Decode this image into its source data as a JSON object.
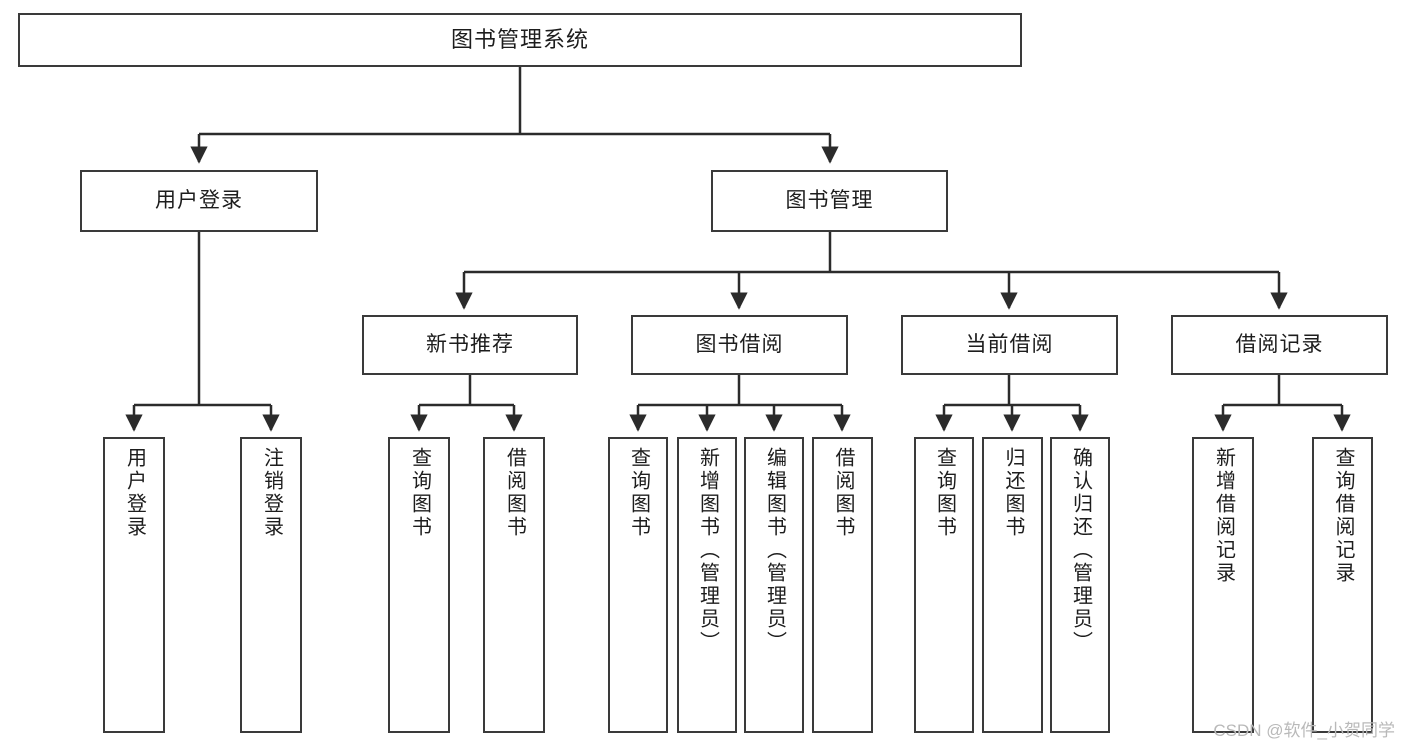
{
  "diagram": {
    "title": "图书管理系统",
    "type": "hierarchy-tree",
    "theme": {
      "background": "#ffffff",
      "box_border": "#3a3a3a",
      "box_fill": "#ffffff",
      "text": "#1d1d1d",
      "connector": "#2b2b2b",
      "watermark": "#b9b9b9"
    },
    "levels": {
      "root": {
        "label": "图书管理系统"
      },
      "level2": [
        {
          "label": "用户登录"
        },
        {
          "label": "图书管理"
        }
      ],
      "level3": [
        {
          "label": "新书推荐"
        },
        {
          "label": "图书借阅"
        },
        {
          "label": "当前借阅"
        },
        {
          "label": "借阅记录"
        }
      ],
      "leaves": [
        {
          "label": "用户登录",
          "parent": "用户登录"
        },
        {
          "label": "注销登录",
          "parent": "用户登录"
        },
        {
          "label": "查询图书",
          "parent": "新书推荐"
        },
        {
          "label": "借阅图书",
          "parent": "新书推荐"
        },
        {
          "label": "查询图书",
          "parent": "图书借阅"
        },
        {
          "label": "新增图书（管理员）",
          "parent": "图书借阅"
        },
        {
          "label": "编辑图书（管理员）",
          "parent": "图书借阅"
        },
        {
          "label": "借阅图书",
          "parent": "图书借阅"
        },
        {
          "label": "查询图书",
          "parent": "当前借阅"
        },
        {
          "label": "归还图书",
          "parent": "当前借阅"
        },
        {
          "label": "确认归还（管理员）",
          "parent": "当前借阅"
        },
        {
          "label": "新增借阅记录",
          "parent": "借阅记录"
        },
        {
          "label": "查询借阅记录",
          "parent": "借阅记录"
        }
      ]
    },
    "watermark": "CSDN @软件_小贺同学"
  }
}
